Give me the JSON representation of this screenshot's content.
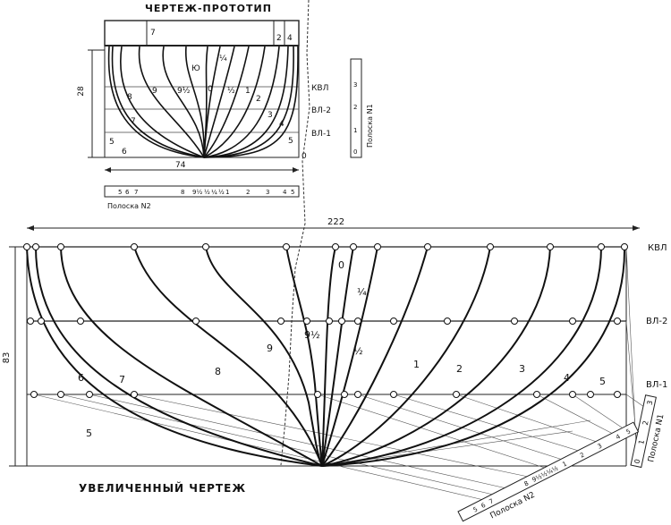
{
  "top_drawing": {
    "title": "ЧЕРТЕЖ-ПРОТОТИП",
    "width_dim": "74",
    "height_dim": "28",
    "zero_mark": "0",
    "stations": {
      "s0": "0",
      "s1": "1",
      "s2": "2",
      "s3": "3",
      "s4": "4",
      "s5": "5",
      "s6": "6",
      "s7": "7",
      "s8": "8",
      "s9": "9",
      "s9half": "9½",
      "s1q": "¼",
      "s1half": "½",
      "s10": "Ю",
      "deck7": "7",
      "deck2": "2",
      "deck4": "4"
    },
    "waterlines": {
      "kvl": "КВЛ",
      "vl2": "ВЛ-2",
      "vl1": "ВЛ-1"
    },
    "strip1": {
      "caption": "Полоска N1",
      "ticks": [
        "0",
        "1",
        "2",
        "3"
      ]
    },
    "strip2": {
      "caption": "Полоска N2",
      "ticks": [
        "5",
        "6",
        "7",
        "8",
        "9½",
        "½",
        "¼",
        "½",
        "1",
        "2",
        "3",
        "4",
        "5"
      ]
    }
  },
  "enlarged_drawing": {
    "title": "УВЕЛИЧЕННЫЙ ЧЕРТЕЖ",
    "width_dim": "222",
    "height_dim": "83",
    "stations": {
      "s0": "0",
      "s1q": "¼",
      "s1half": "½",
      "s1": "1",
      "s2": "2",
      "s3": "3",
      "s4": "4",
      "s5": "5",
      "s6": "6",
      "s7": "7",
      "s8": "8",
      "s9": "9",
      "s9half": "9½",
      "s5b": "5"
    },
    "waterlines": {
      "kvl": "КВЛ",
      "vl2": "ВЛ-2",
      "vl1": "ВЛ-1"
    },
    "strip1": {
      "caption": "Полоска N1",
      "ticks": [
        "0",
        "1",
        "2",
        "3"
      ]
    },
    "strip2": {
      "caption": "Полоска N2",
      "ticks": [
        "5",
        "6",
        "7",
        "8",
        "9½½¼½",
        "1",
        "2",
        "3",
        "4",
        "5"
      ]
    }
  }
}
